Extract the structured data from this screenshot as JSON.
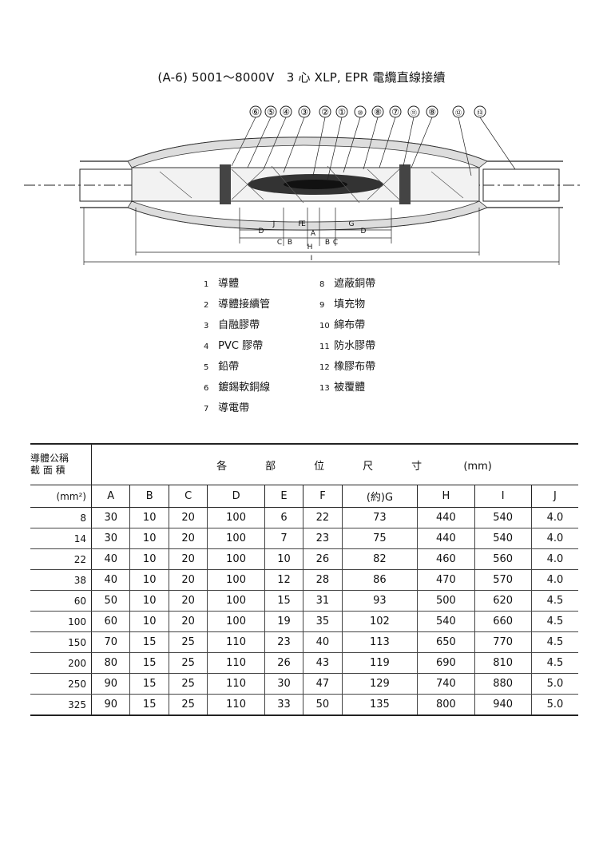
{
  "title": "(A-6) 5001～8000V　3 心 XLP, EPR 電纜直線接續",
  "diagram": {
    "callouts": [
      "⑥",
      "⑤",
      "④",
      "③",
      "②",
      "①",
      "⑩",
      "⑧",
      "⑦",
      "⑪",
      "⑧",
      "⑫",
      "⑬"
    ],
    "dimension_labels": {
      "J": "J",
      "D_left": "D",
      "A": "A",
      "E": "E",
      "F": "F",
      "G": "G",
      "D_right": "D",
      "C_left": "C",
      "B_left": "B",
      "B_right": "B",
      "C_right": "C",
      "H": "H",
      "I": "I"
    }
  },
  "legend_left": [
    {
      "num": "1",
      "label": "導體"
    },
    {
      "num": "2",
      "label": "導體接續管"
    },
    {
      "num": "3",
      "label": "自融膠帶"
    },
    {
      "num": "4",
      "label": "PVC 膠帶"
    },
    {
      "num": "5",
      "label": "鉛帶"
    },
    {
      "num": "6",
      "label": "鍍錫軟銅線"
    },
    {
      "num": "7",
      "label": "導電帶"
    }
  ],
  "legend_right": [
    {
      "num": "8",
      "label": "遮蔽銅帶"
    },
    {
      "num": "9",
      "label": "填充物"
    },
    {
      "num": "10",
      "label": "綿布帶"
    },
    {
      "num": "11",
      "label": "防水膠帶"
    },
    {
      "num": "12",
      "label": "橡膠布帶"
    },
    {
      "num": "13",
      "label": "被覆體"
    }
  ],
  "table": {
    "corner_line1": "導體公稱",
    "corner_line2": "截 面 積",
    "corner_unit": "(mm²)",
    "group_header": "各部位尺寸",
    "group_unit": "(mm)",
    "columns": [
      "A",
      "B",
      "C",
      "D",
      "E",
      "F",
      "(約)G",
      "H",
      "I",
      "J"
    ],
    "rows": [
      [
        "8",
        "30",
        "10",
        "20",
        "100",
        "6",
        "22",
        "73",
        "440",
        "540",
        "4.0"
      ],
      [
        "14",
        "30",
        "10",
        "20",
        "100",
        "7",
        "23",
        "75",
        "440",
        "540",
        "4.0"
      ],
      [
        "22",
        "40",
        "10",
        "20",
        "100",
        "10",
        "26",
        "82",
        "460",
        "560",
        "4.0"
      ],
      [
        "38",
        "40",
        "10",
        "20",
        "100",
        "12",
        "28",
        "86",
        "470",
        "570",
        "4.0"
      ],
      [
        "60",
        "50",
        "10",
        "20",
        "100",
        "15",
        "31",
        "93",
        "500",
        "620",
        "4.5"
      ],
      [
        "100",
        "60",
        "10",
        "20",
        "100",
        "19",
        "35",
        "102",
        "540",
        "660",
        "4.5"
      ],
      [
        "150",
        "70",
        "15",
        "25",
        "110",
        "23",
        "40",
        "113",
        "650",
        "770",
        "4.5"
      ],
      [
        "200",
        "80",
        "15",
        "25",
        "110",
        "26",
        "43",
        "119",
        "690",
        "810",
        "4.5"
      ],
      [
        "250",
        "90",
        "15",
        "25",
        "110",
        "30",
        "47",
        "129",
        "740",
        "880",
        "5.0"
      ],
      [
        "325",
        "90",
        "15",
        "25",
        "110",
        "33",
        "50",
        "135",
        "800",
        "940",
        "5.0"
      ]
    ]
  }
}
